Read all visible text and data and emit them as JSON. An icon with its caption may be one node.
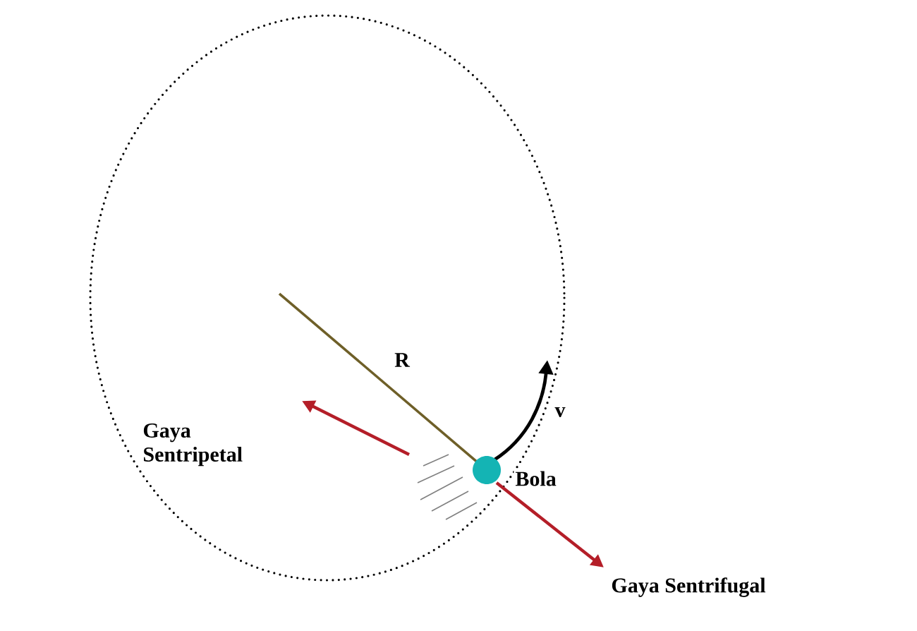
{
  "diagram": {
    "nodes": [
      {
        "text": [],
        "shape": "circle",
        "beside": [
          "Bola"
        ]
      }
    ],
    "labels": [
      "R",
      "v",
      "Gaya Sentripetal",
      "Gaya Sentrifugal"
    ]
  }
}
